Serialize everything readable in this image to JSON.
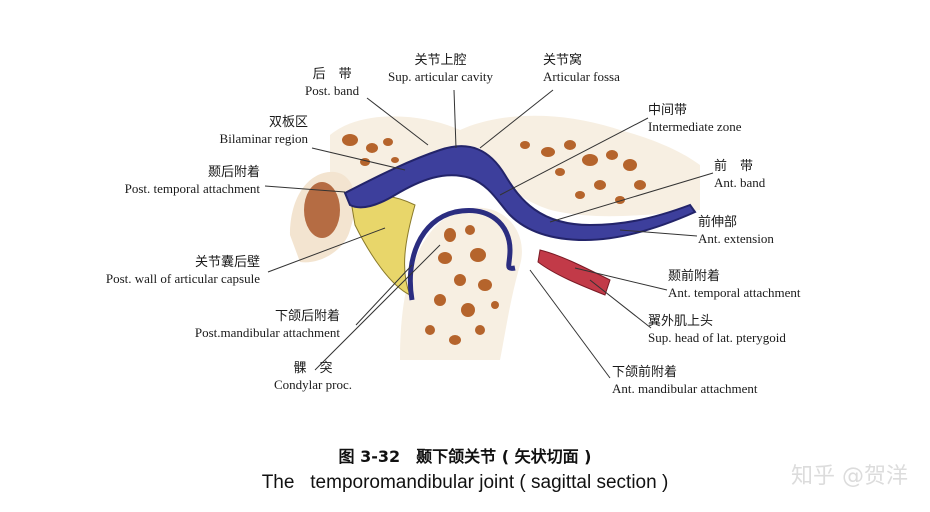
{
  "labels": {
    "post_band": {
      "zh": "后　带",
      "en": "Post. band"
    },
    "sup_cavity": {
      "zh": "关节上腔",
      "en": "Sup. articular cavity"
    },
    "art_fossa": {
      "zh": "关节窝",
      "en": "Articular fossa"
    },
    "bilaminar": {
      "zh": "双板区",
      "en": "Bilaminar region"
    },
    "intermediate": {
      "zh": "中间带",
      "en": "Intermediate zone"
    },
    "post_temporal": {
      "zh": "颞后附着",
      "en": "Post. temporal attachment"
    },
    "ant_band": {
      "zh": "前　带",
      "en": "Ant. band"
    },
    "ant_extension": {
      "zh": "前伸部",
      "en": "Ant. extension"
    },
    "post_wall": {
      "zh": "关节囊后壁",
      "en": "Post. wall of articular capsule"
    },
    "ant_temporal": {
      "zh": "颞前附着",
      "en": "Ant. temporal attachment"
    },
    "post_mandibular": {
      "zh": "下颌后附着",
      "en": "Post.mandibular attachment"
    },
    "sup_pterygoid": {
      "zh": "翼外肌上头",
      "en": "Sup. head of lat. pterygoid"
    },
    "condylar": {
      "zh": "髁　突",
      "en": "Condylar proc."
    },
    "ant_mandibular": {
      "zh": "下颌前附着",
      "en": "Ant. mandibular attachment"
    }
  },
  "caption": {
    "zh": "图 3-32　颞下颌关节 ( 矢状切面 )",
    "en": "The   temporomandibular joint ( sagittal section )"
  },
  "watermark": "知乎 @贺洋",
  "colors": {
    "disc": "#3d3f9c",
    "disc_dark": "#23246a",
    "bone_spot": "#b5642c",
    "bone_bg": "#f7efe2",
    "retrodiscal": "#e8d66a",
    "muscle": "#c23a48",
    "leader": "#333333"
  }
}
